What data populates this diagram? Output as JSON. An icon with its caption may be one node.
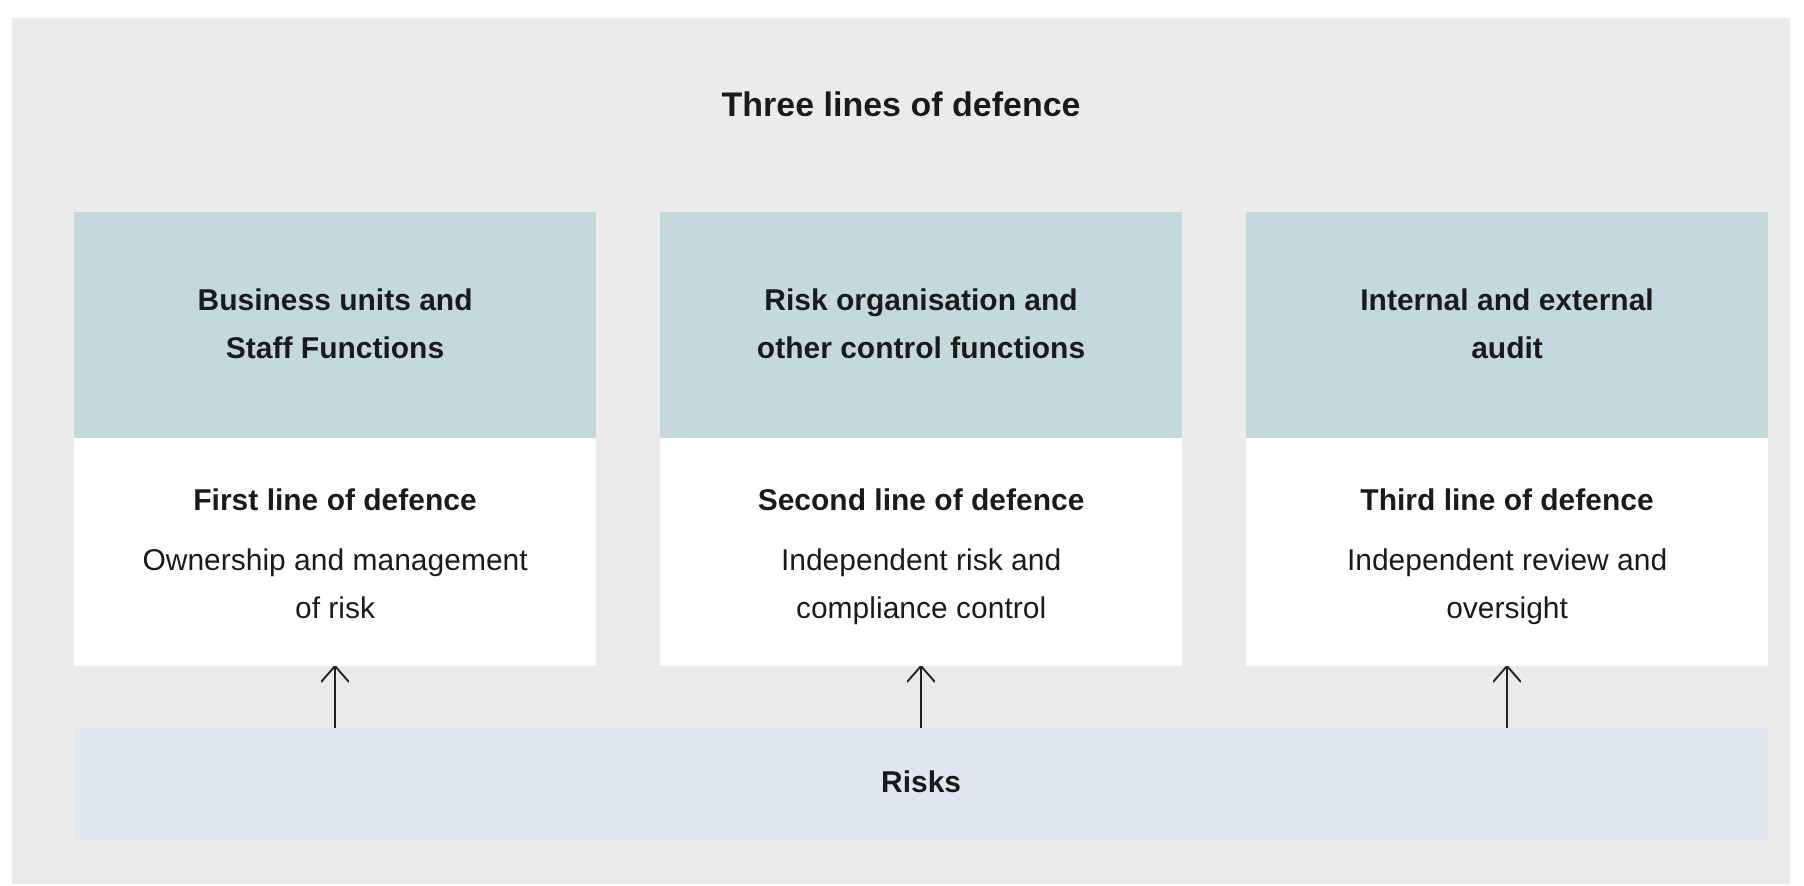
{
  "diagram": {
    "nodes": [
      {
        "text": [
          "Three lines of defence"
        ]
      },
      {
        "text": [
          "Business units and Staff Functions"
        ],
        "in": 0
      },
      {
        "text": [
          "First line of defence",
          "Ownership and management of risk"
        ],
        "in": 0
      },
      {
        "text": [
          "Risk organisation and other control functions"
        ],
        "in": 0
      },
      {
        "text": [
          "Second line of defence",
          "Independent risk and compliance control"
        ],
        "in": 0
      },
      {
        "text": [
          "Internal and external audit"
        ],
        "in": 0
      },
      {
        "text": [
          "Third line of defence",
          "Independent review and oversight"
        ],
        "in": 0
      },
      {
        "text": [
          "Risks"
        ],
        "in": 0
      }
    ],
    "edges": [
      {
        "from": 7,
        "to": 2,
        "arrow": "to"
      },
      {
        "from": 7,
        "to": 4,
        "arrow": "to"
      },
      {
        "from": 7,
        "to": 6,
        "arrow": "to"
      }
    ]
  }
}
